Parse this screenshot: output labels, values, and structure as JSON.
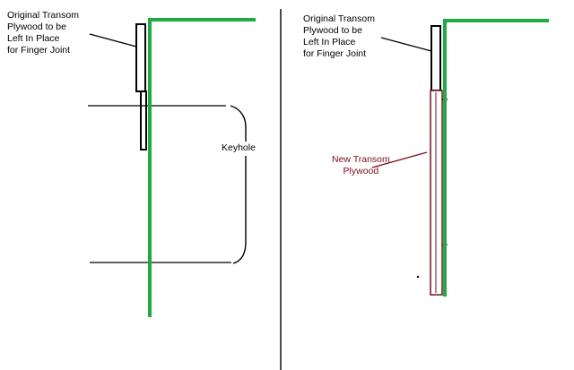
{
  "colors": {
    "background": "#ffffff",
    "line": "#000000",
    "transom_edge": "#22aa44",
    "new_plywood": "#7a0d1c"
  },
  "left_panel": {
    "original_label": [
      "Original Transom",
      "Plywood to be",
      "Left In Place",
      "for Finger Joint"
    ],
    "keyhole_label": "Keyhole"
  },
  "right_panel": {
    "original_label": [
      "Original Transom",
      "Plywood to be",
      "Left In Place",
      "for Finger Joint"
    ],
    "new_label": [
      "New Transom",
      "Plywood"
    ]
  }
}
